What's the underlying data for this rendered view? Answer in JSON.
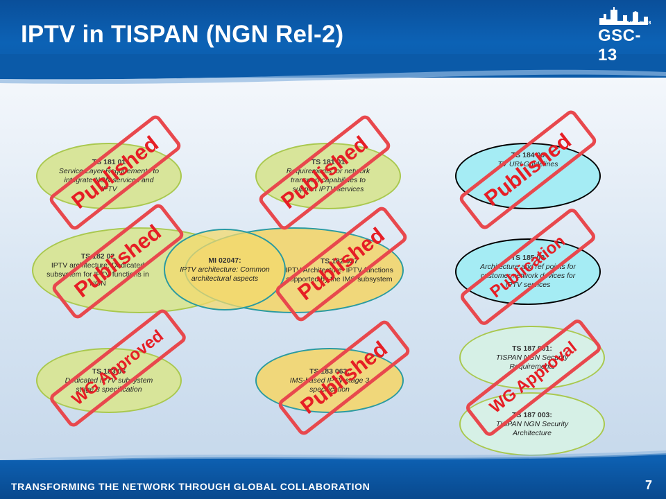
{
  "slide": {
    "title": "IPTV in TISPAN (NGN Rel-2)",
    "logo_top": "BOSTON 2008",
    "logo_main": "GSC-13",
    "footer": "TRANSFORMING THE NETWORK THROUGH GLOBAL COLLABORATION",
    "page_number": "7"
  },
  "colors": {
    "header_blue": "#0c62b5",
    "stamp_red": "#e61e25",
    "green_fill": "#d8e59a",
    "yellow_fill": "#f0d77a",
    "cyan_fill": "#a5ecf4"
  },
  "docs": {
    "ts181_a": {
      "id": "TS 181 01",
      "desc": "Service Layer Requirements to integrate NGN services and IPTV"
    },
    "ts182_a": {
      "id": "TS 182 02",
      "desc": "IPTV architecture: Dedicated subsystem for IPTV functions in NGN"
    },
    "ts183_a": {
      "id": "TS 183 06",
      "desc": "Dedicated IPTV subsystem stage 3 specification"
    },
    "ts181_b": {
      "id": "TS 181 01",
      "desc": "Requirements for network transport capabilities to support IPTV services"
    },
    "mi": {
      "id": "MI 02047:",
      "desc": "IPTV architecture: Common architectural aspects"
    },
    "ts182_b": {
      "id": "TS 182 027",
      "desc": "IPTV Architecture: IPTV functions supported by the IMS subsystem"
    },
    "ts183_b": {
      "id": "TS 183 063:",
      "desc": "IMS-based IPTV stage 3 specification"
    },
    "ts184": {
      "id": "TS 184 00",
      "desc": "TV URI Guidelines"
    },
    "ts185": {
      "id": "TS 185 00",
      "desc": "Architecture and ref points for customer network devices for IPTV services"
    },
    "ts187_1": {
      "id": "TS 187 001:",
      "desc": "TISPAN NGN Security Requirements"
    },
    "ts187_3": {
      "id": "TS 187 003:",
      "desc": "TISPAN NGN Security Architecture"
    }
  },
  "stamps": {
    "s1": "Published",
    "s2": "Published",
    "s3": "WG Approved",
    "s4": "Published",
    "s5": "Published",
    "s6": "Published",
    "s7": "Published",
    "s8": "Publication",
    "s9": "WG Approval"
  }
}
